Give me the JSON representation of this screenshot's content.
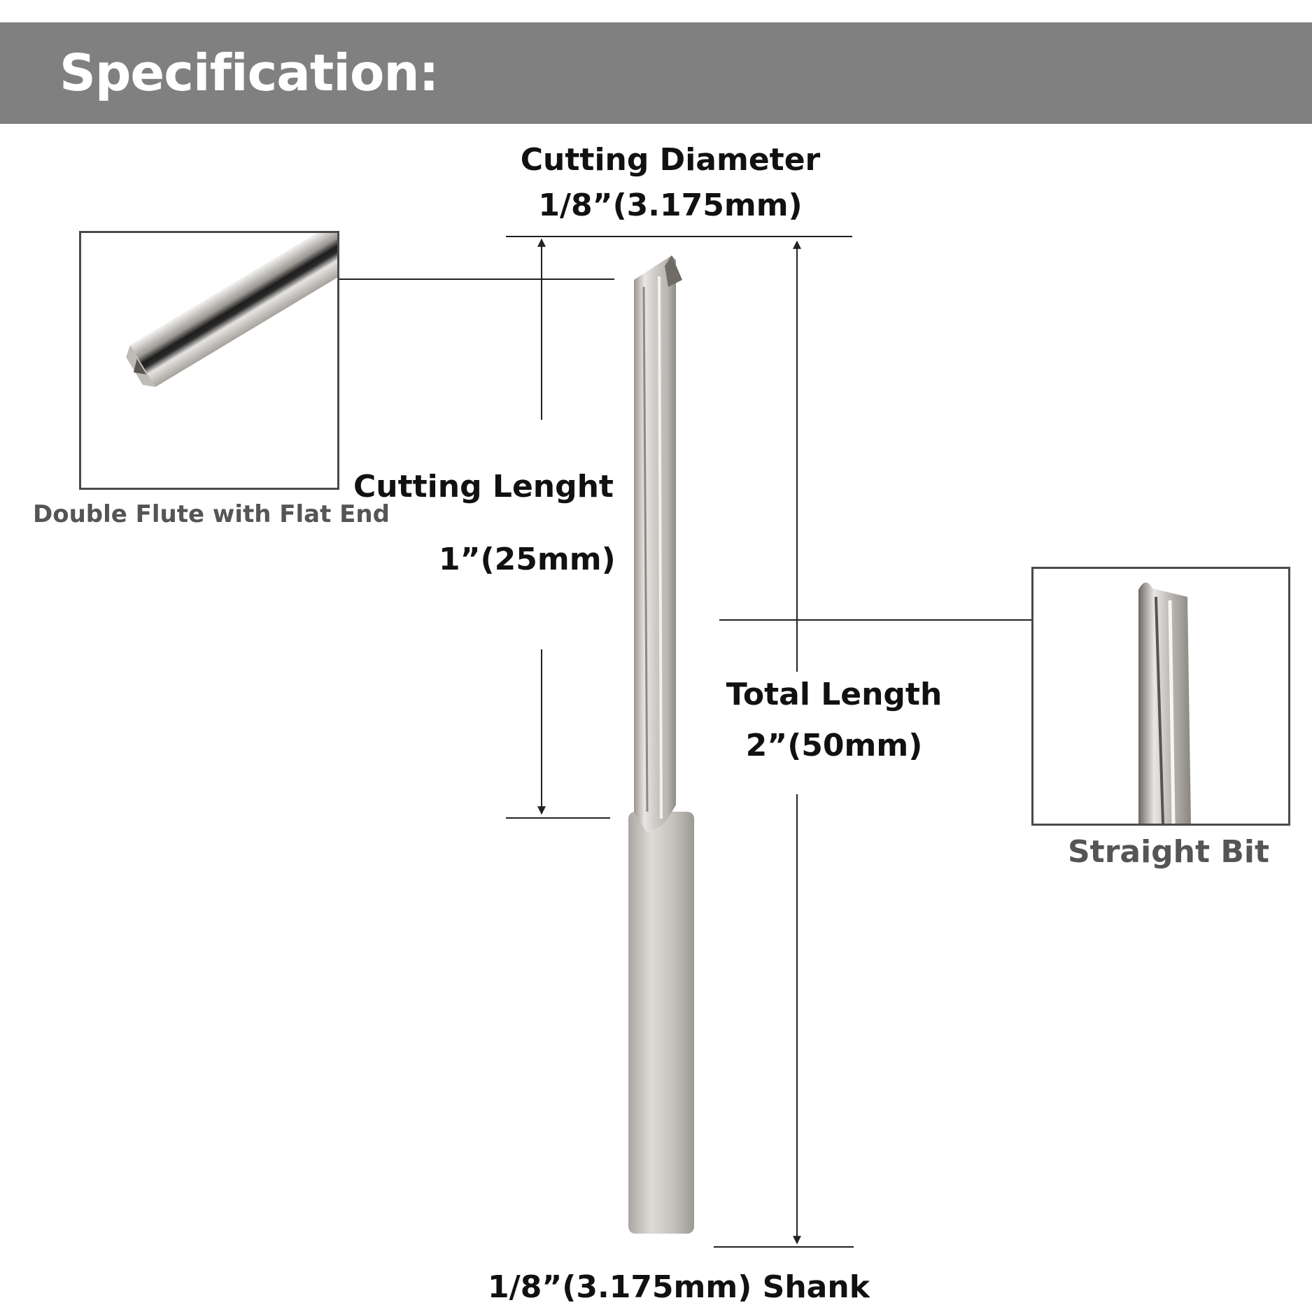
{
  "header": {
    "title": "Specification:"
  },
  "cutting_diameter": {
    "label": "Cutting Diameter",
    "value": "1/8”(3.175mm)"
  },
  "cutting_length": {
    "label": "Cutting Lenght",
    "value": "1”(25mm)"
  },
  "total_length": {
    "label": "Total Length",
    "value": "2”(50mm)"
  },
  "shank": {
    "label": "1/8”(3.175mm) Shank"
  },
  "insets": {
    "double_flute_caption": "Double Flute  with Flat End",
    "straight_bit_caption": "Straight Bit"
  },
  "colors": {
    "banner": "#808080",
    "text": "#111111",
    "caption": "#555555"
  }
}
